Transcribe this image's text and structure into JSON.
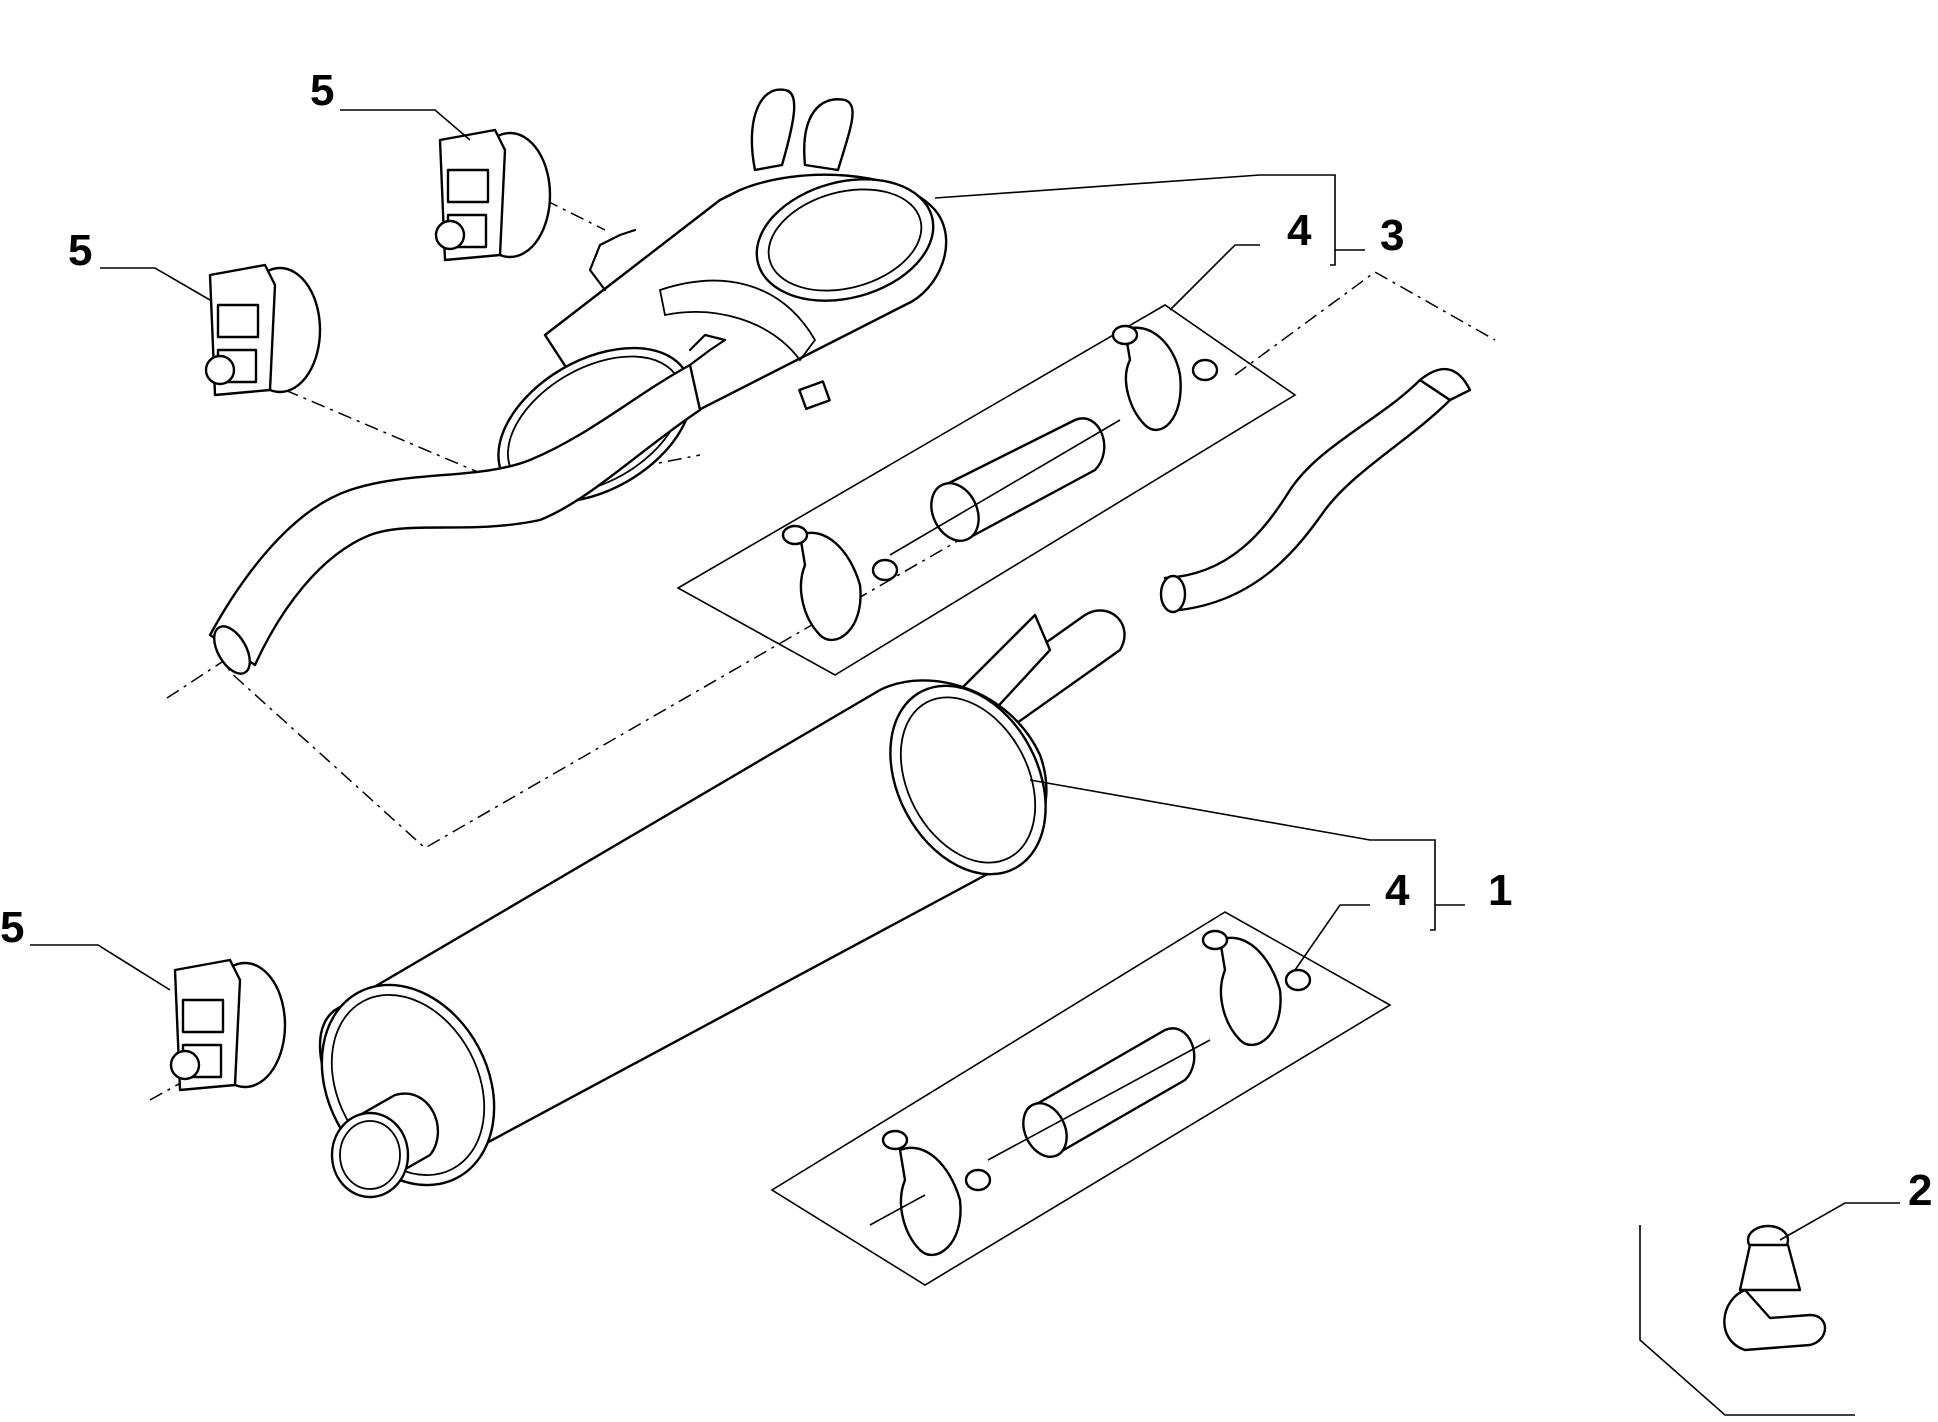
{
  "callouts": {
    "rear_muffler_assembly": "3",
    "front_muffler_assembly": "1",
    "clamp_kit_upper": "4",
    "clamp_kit_lower": "4",
    "rubber_mount_a": "5",
    "rubber_mount_b": "5",
    "rubber_mount_c": "5",
    "pipe_fitting": "2"
  }
}
